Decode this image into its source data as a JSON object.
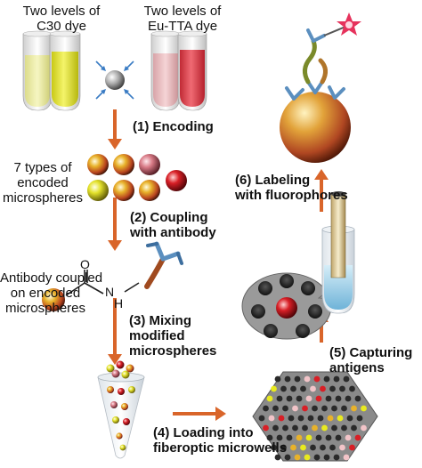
{
  "labels": {
    "c30_line1": "Two levels of",
    "c30_line2": "C30 dye",
    "eu_line1": "Two levels of",
    "eu_line2": "Eu-TTA dye",
    "types_line1": "7 types of",
    "types_line2": "encoded",
    "types_line3": "microspheres",
    "ab_line1": "Antibody coupled",
    "ab_line2": "on encoded",
    "ab_line3": "microspheres",
    "atom_o": "O",
    "atom_n": "N",
    "atom_h": "H"
  },
  "steps": {
    "s1": "(1) Encoding",
    "s2_line1": "(2) Coupling",
    "s2_line2": "with antibody",
    "s3_line1": "(3) Mixing",
    "s3_line2": "modified",
    "s3_line3": "microspheres",
    "s4_line1": "(4) Loading into",
    "s4_line2": "fiberoptic microwells",
    "s5_line1": "(5) Capturing",
    "s5_line2": "antigens",
    "s6_line1": "(6) Labeling",
    "s6_line2": "with fluorophores"
  },
  "colors": {
    "arrow": "#d9652a",
    "yellow_dye": "#e9ea1e",
    "red_dye": "#e24a55",
    "antibody": "#5b8fbf"
  }
}
